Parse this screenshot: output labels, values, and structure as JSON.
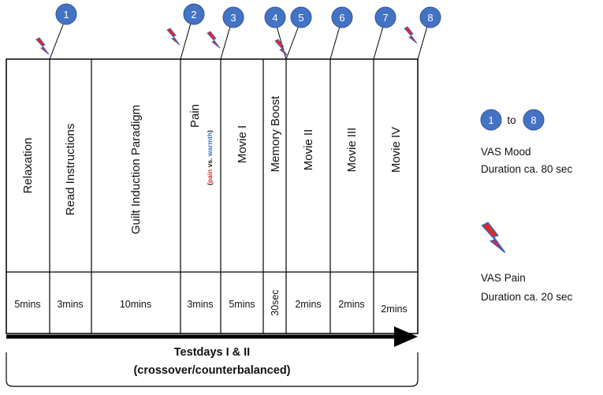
{
  "segments": [
    {
      "label": "Relaxation",
      "duration": "5mins"
    },
    {
      "label": "Read Instructions",
      "duration": "3mins"
    },
    {
      "label": "Guilt Induction Paradigm",
      "duration": "10mins"
    },
    {
      "label": "Pain",
      "duration": "3mins",
      "sub_pain": "pain",
      "sub_vs": "vs.",
      "sub_warmth": "warmth"
    },
    {
      "label": "Movie I",
      "duration": "5mins"
    },
    {
      "label": "Memory Boost",
      "duration": "30sec"
    },
    {
      "label": "Movie II",
      "duration": "2mins"
    },
    {
      "label": "Movie III",
      "duration": "2mins"
    },
    {
      "label": "Movie IV",
      "duration": "2mins"
    }
  ],
  "markers": [
    "1",
    "2",
    "3",
    "4",
    "5",
    "6",
    "7",
    "8"
  ],
  "footer": {
    "line1": "Testdays I & II",
    "line2": "(crossover/counterbalanced)"
  },
  "legend": {
    "mood_from": "1",
    "mood_to_word": "to",
    "mood_to": "8",
    "mood_line1": "VAS Mood",
    "mood_line2": "Duration ca. 80 sec",
    "pain_line1": "VAS Pain",
    "pain_line2": "Duration ca. 20 sec"
  },
  "colors": {
    "marker_fill": "#4472c4",
    "bolt_red": "#e8261c",
    "bolt_blue": "#3a62c0",
    "pain_text": "#e8261c",
    "warmth_text": "#2f6fd0"
  }
}
